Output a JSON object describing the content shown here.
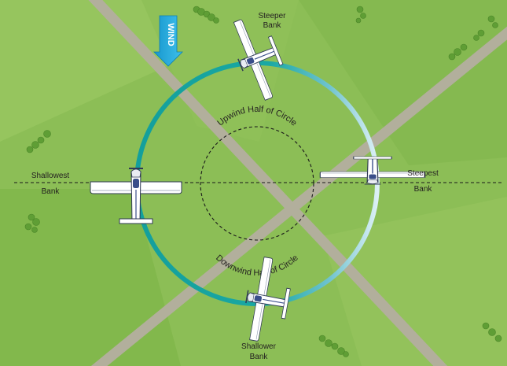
{
  "wind": {
    "label": "WIND"
  },
  "labels": {
    "steeper": [
      "Steeper",
      "Bank"
    ],
    "shallowest": [
      "Shallowest",
      "Bank"
    ],
    "steepest": [
      "Steepest",
      "Bank"
    ],
    "shallower": [
      "Shallower",
      "Bank"
    ]
  },
  "arcs": {
    "upwind": "Upwind Half of Circle",
    "downwind": "Downwind Half of Circle"
  },
  "colors": {
    "background_field": "#8cbf55",
    "road": "#b1ae9b",
    "circle_teal": "#11a6a2",
    "circle_light": "#cfe8f1",
    "wind_arrow": "#1aa5d8",
    "aircraft_body": "#ffffff",
    "aircraft_trim": "#3a4e8a"
  }
}
